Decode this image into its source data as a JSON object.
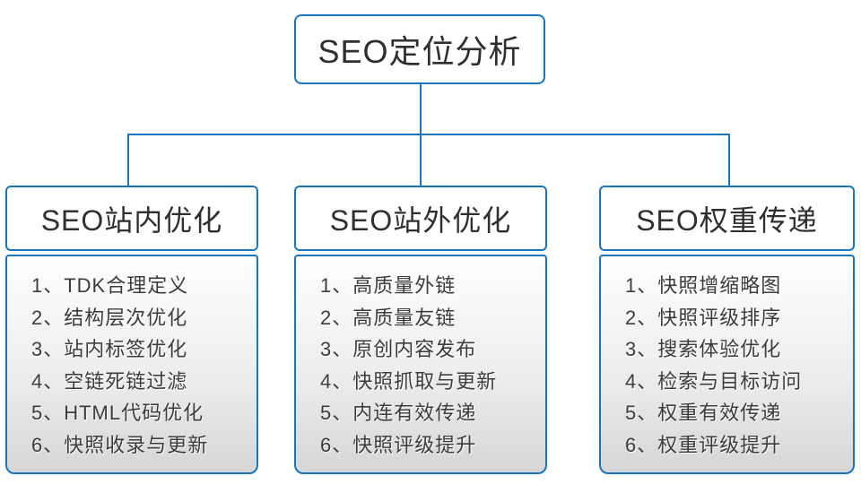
{
  "colors": {
    "accent_blue": "#1b75bc",
    "text_dark": "#3c3c3c",
    "panel_gradient_top": "#fefefe",
    "panel_gradient_bottom": "#d6d6d6"
  },
  "root": {
    "label": "SEO定位分析"
  },
  "branches": [
    {
      "header": "SEO站内优化",
      "items": [
        "1、TDK合理定义",
        "2、结构层次优化",
        "3、站内标签优化",
        "4、空链死链过滤",
        "5、HTML代码优化",
        "6、快照收录与更新"
      ]
    },
    {
      "header": "SEO站外优化",
      "items": [
        "1、高质量外链",
        "2、高质量友链",
        "3、原创内容发布",
        "4、快照抓取与更新",
        "5、内连有效传递",
        "6、快照评级提升"
      ]
    },
    {
      "header": "SEO权重传递",
      "items": [
        "1、快照增缩略图",
        "2、快照评级排序",
        "3、搜索体验优化",
        "4、检索与目标访问",
        "5、权重有效传递",
        "6、权重评级提升"
      ]
    }
  ]
}
